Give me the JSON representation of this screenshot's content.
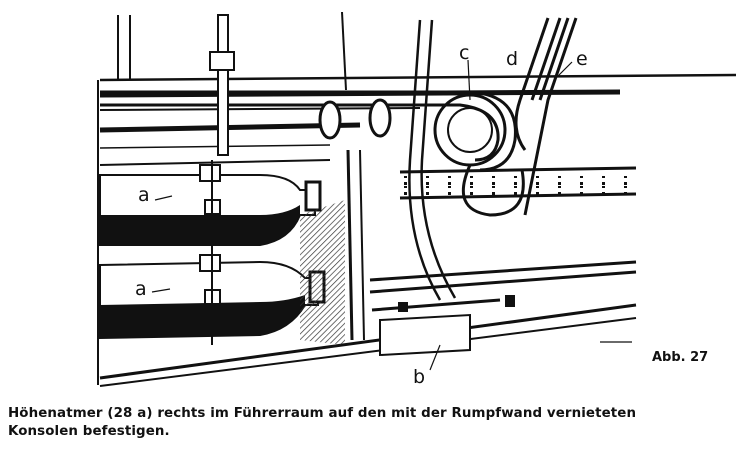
{
  "figure": {
    "number_label": "Abb. 27",
    "part_labels": {
      "a1": "a",
      "a2": "a",
      "b": "b",
      "c": "c",
      "d": "d",
      "e": "e"
    },
    "colors": {
      "ink": "#111111",
      "paper": "#ffffff",
      "hatch": "#555555"
    }
  },
  "caption": {
    "line1": "Höhenatmer (28 a) rechts im Führerraum auf den mit der Rumpfwand vernieteten",
    "line2": "Konsolen befestigen."
  }
}
